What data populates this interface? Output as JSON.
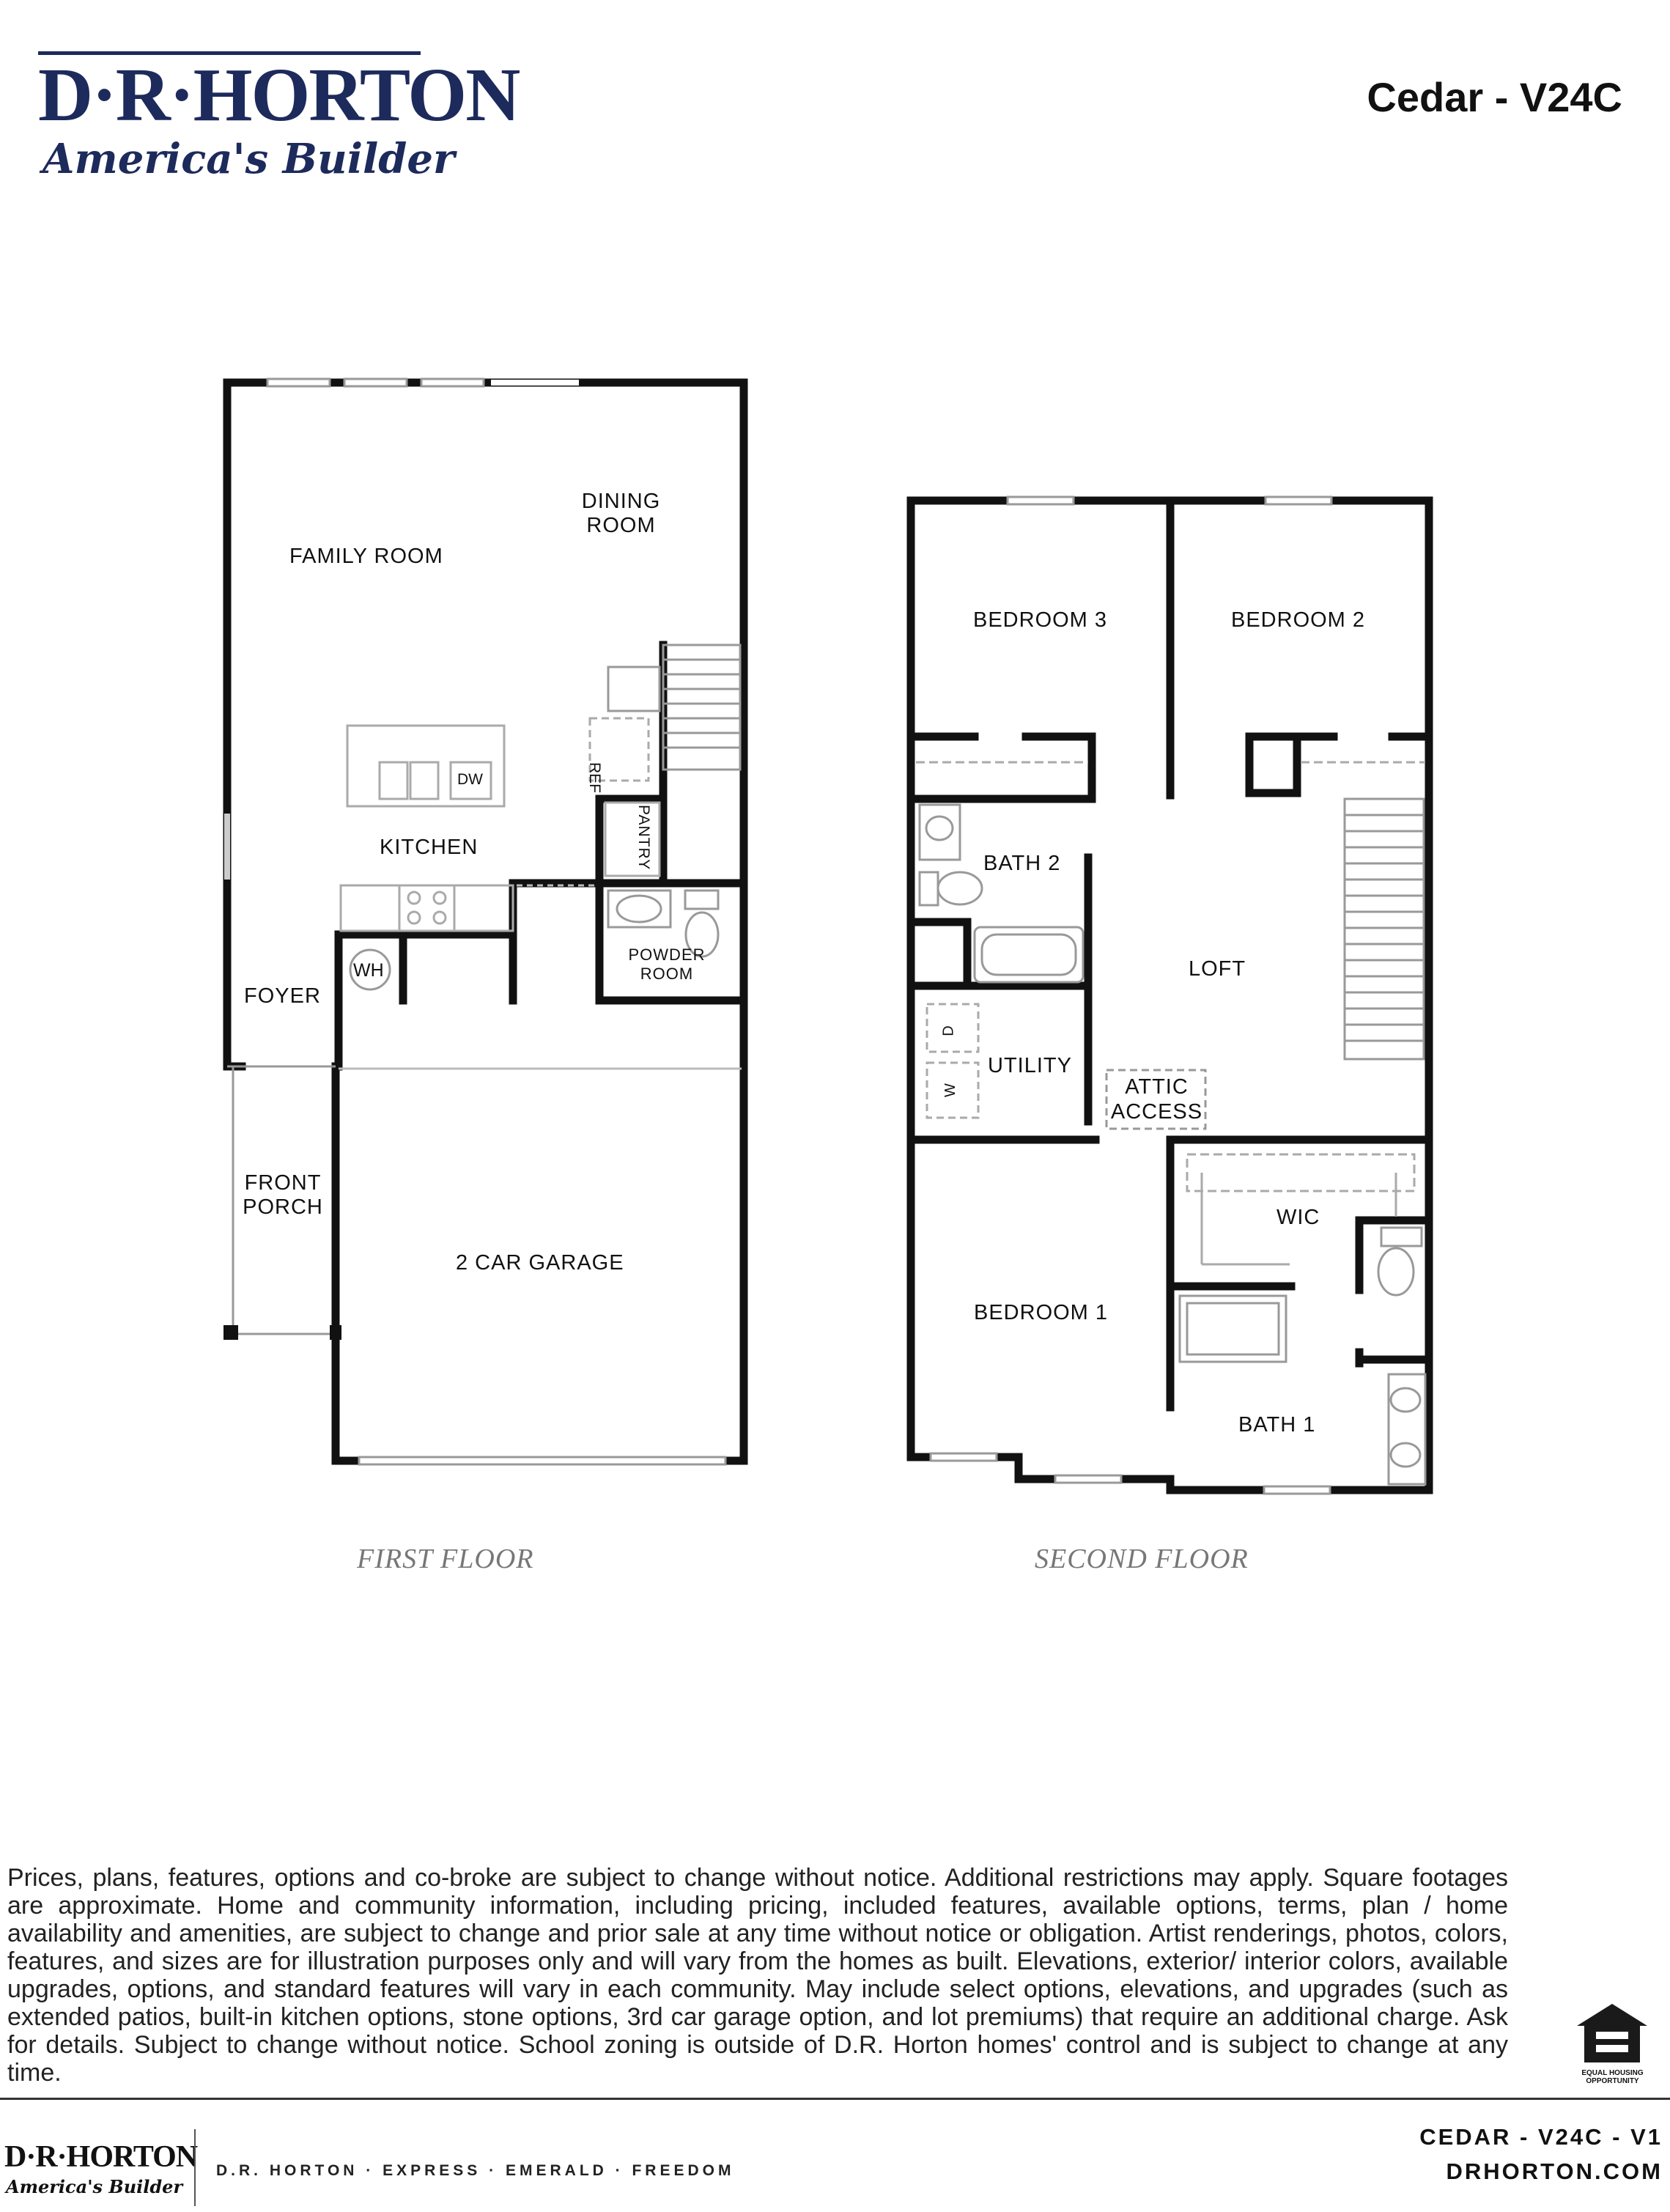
{
  "header": {
    "brand_logo_text": "D·R·HORTON",
    "brand_tagline": "America's Builder",
    "plan_title": "Cedar - V24C"
  },
  "first_floor": {
    "label": "FIRST FLOOR",
    "rooms": {
      "family_room": "FAMILY ROOM",
      "dining_room_line1": "DINING",
      "dining_room_line2": "ROOM",
      "kitchen": "KITCHEN",
      "dishwasher": "DW",
      "refrigerator": "REF",
      "pantry": "PANTRY",
      "powder_room_line1": "POWDER",
      "powder_room_line2": "ROOM",
      "water_heater": "WH",
      "foyer": "FOYER",
      "front_porch_line1": "FRONT",
      "front_porch_line2": "PORCH",
      "garage": "2 CAR GARAGE"
    }
  },
  "second_floor": {
    "label": "SECOND FLOOR",
    "rooms": {
      "bedroom3": "BEDROOM 3",
      "bedroom2": "BEDROOM 2",
      "bath2": "BATH 2",
      "loft": "LOFT",
      "utility": "UTILITY",
      "dryer": "D",
      "washer": "W",
      "attic_line1": "ATTIC",
      "attic_line2": "ACCESS",
      "wic": "WIC",
      "bedroom1": "BEDROOM 1",
      "bath1": "BATH 1"
    }
  },
  "disclaimer": "Prices, plans, features, options and co-broke are subject to change without notice. Additional restrictions may apply.  Square footages are approximate. Home and community information, including pricing, included features, available options, terms, plan / home availability and amenities, are subject to change and prior sale at any time without notice or obligation. Artist renderings, photos, colors, features, and sizes are for illustration purposes only and will vary from the homes as built. Elevations, exterior/ interior colors, available upgrades, options, and standard features will vary in each community. May include select options, elevations, and upgrades (such as extended patios, built-in kitchen options, stone options, 3rd car garage option, and lot premiums) that require an additional charge. Ask for details. Subject to change without notice. School zoning is outside of D.R. Horton homes' control and is subject to change at any time.",
  "equal_housing": {
    "line1": "EQUAL HOUSING",
    "line2": "OPPORTUNITY"
  },
  "footer": {
    "logo_text": "D·R·HORTON",
    "logo_tagline": "America's Builder",
    "brands": "D.R. HORTON · EXPRESS · EMERALD · FREEDOM",
    "plan_code": "CEDAR - V24C - V1",
    "website": "DRHORTON.COM"
  },
  "colors": {
    "brand_navy": "#1d2a5c",
    "wall": "#111111",
    "fixture": "#9a9a9a"
  }
}
